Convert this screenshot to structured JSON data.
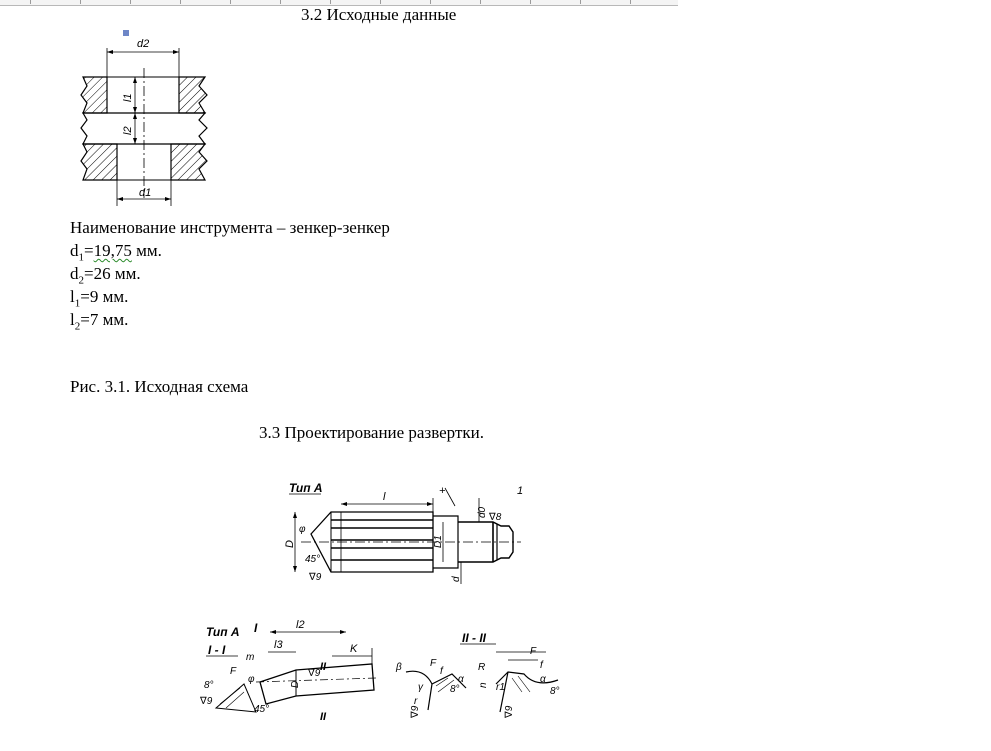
{
  "section_32": {
    "title": "3.2 Исходные данные"
  },
  "figure_31": {
    "labels": {
      "d2": "d2",
      "d1": "d1",
      "l1": "l1",
      "l2": "l2"
    }
  },
  "params": {
    "tool": "Наименование инструмента – зенкер-зенкер",
    "d1": {
      "sym": "d",
      "sub": "1",
      "eq": "=",
      "val": "19,75",
      "unit": " мм."
    },
    "d2": {
      "sym": "d",
      "sub": "2",
      "eq": "=",
      "val": "26",
      "unit": " мм."
    },
    "l1": {
      "sym": "l",
      "sub": "1",
      "eq": "=",
      "val": "9",
      "unit": " мм."
    },
    "l2": {
      "sym": "l",
      "sub": "2",
      "eq": "=",
      "val": "7",
      "unit": " мм."
    }
  },
  "fig_caption": "Рис. 3.1. Исходная схема",
  "section_33": {
    "title": "3.3 Проектирование развертки."
  },
  "drawing_top": {
    "type_label": "Тип А",
    "labels": {
      "l": "l",
      "d0": "d0",
      "D1": "D1",
      "D": "D",
      "d": "d",
      "phi": "φ",
      "deg45": "45°",
      "r9": "∇9",
      "r8": "∇8",
      "one": "1"
    }
  },
  "drawing_bottom": {
    "type_label": "Тип А",
    "section_I": "I - I",
    "section_II": "II - II",
    "labels": {
      "l2": "l2",
      "l3": "l3",
      "K": "K",
      "m": "m",
      "F": "F",
      "f": "f",
      "phi": "φ",
      "deg8": "8°",
      "deg45": "45°",
      "r9": "∇9",
      "D": "D",
      "I": "I",
      "II": "II",
      "beta": "β",
      "gamma": "γ",
      "r": "r",
      "alpha": "α",
      "n": "n",
      "R": "R",
      "r1": "r1"
    }
  }
}
